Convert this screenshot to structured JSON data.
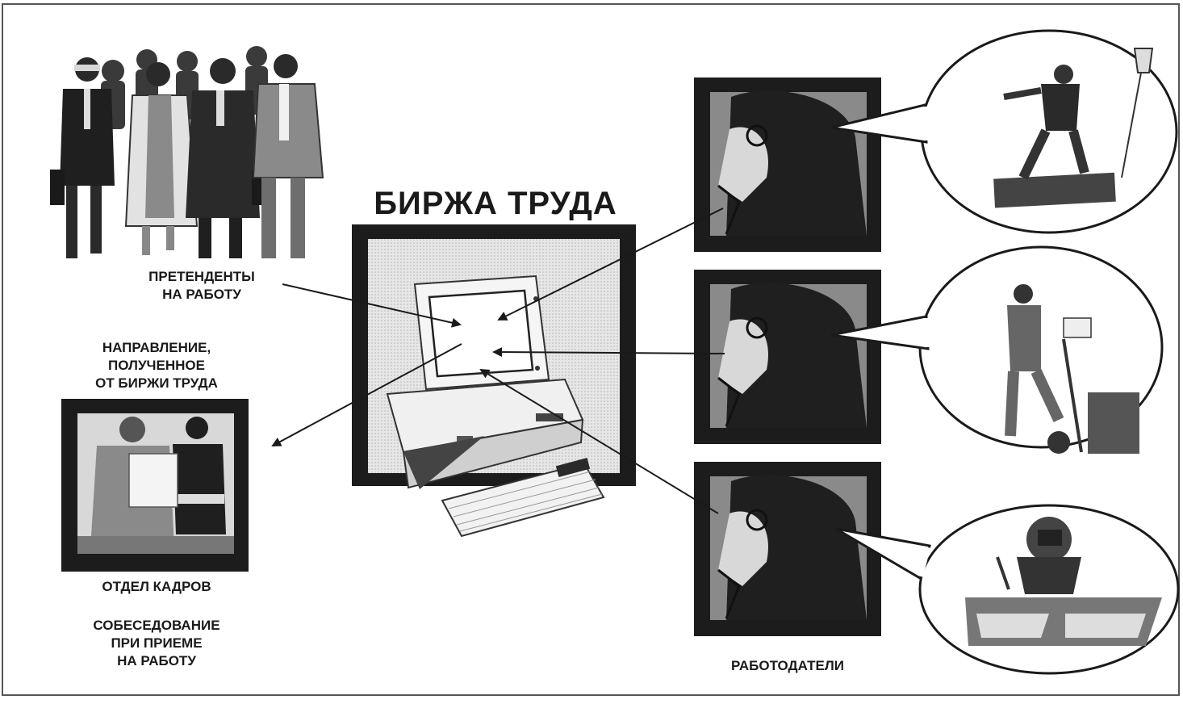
{
  "title": "БИРЖА ТРУДА",
  "labels": {
    "applicants": [
      "ПРЕТЕНДЕНТЫ",
      "НА РАБОТУ"
    ],
    "referral": [
      "НАПРАВЛЕНИЕ,",
      "ПОЛУЧЕННОЕ",
      "ОТ БИРЖИ ТРУДА"
    ],
    "hr_department": "ОТДЕЛ КАДРОВ",
    "interview": [
      "СОБЕСЕДОВАНИЕ",
      "ПРИ ПРИЕМЕ",
      "НА РАБОТУ"
    ],
    "employers": "РАБОТОДАТЕЛИ"
  },
  "colors": {
    "ink": "#1a1a1a",
    "frame": "#1c1c1c",
    "gray_mid": "#8a8a8a",
    "gray_light": "#d8d8d8",
    "paper": "#ffffff"
  },
  "icons": {
    "applicants": "group-of-people",
    "exchange": "computer-terminal",
    "interview_scene": "two-people-with-document",
    "employer": "man-on-telephone",
    "job_1": "construction-worker-on-beam",
    "job_2": "worker-with-hand-truck",
    "job_3": "welder"
  }
}
